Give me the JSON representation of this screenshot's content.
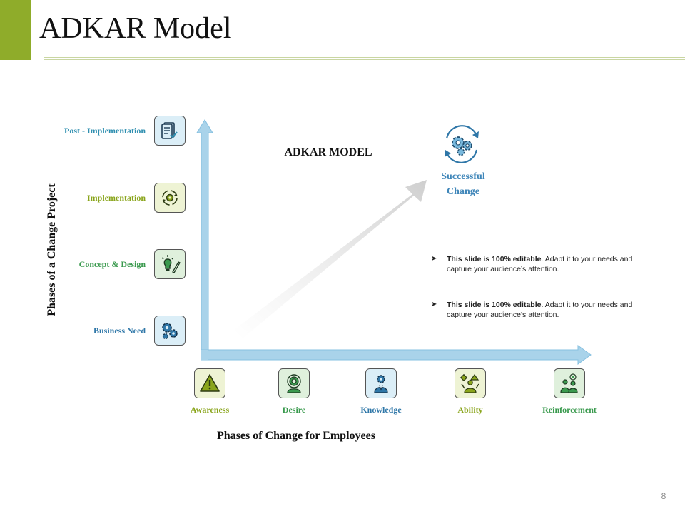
{
  "slide": {
    "title": "ADKAR Model",
    "page_number": "8"
  },
  "diagram": {
    "heading": "ADKAR MODEL",
    "y_axis_title": "Phases of a Change Project",
    "x_axis_title": "Phases of Change for Employees",
    "project_phases": [
      {
        "label": "Post - Implementation",
        "icon": "document-check-icon",
        "color": "#2f8fb0",
        "fill": "#dbeef7"
      },
      {
        "label": "Implementation",
        "icon": "cycle-gear-icon",
        "color": "#8aa51c",
        "fill": "#eef3d4"
      },
      {
        "label": "Concept & Design",
        "icon": "lightbulb-pencil-icon",
        "color": "#3a9a4e",
        "fill": "#dff0dc"
      },
      {
        "label": "Business Need",
        "icon": "gears-icon",
        "color": "#2f77a8",
        "fill": "#dbeef7"
      }
    ],
    "employee_phases": [
      {
        "label": "Awareness",
        "icon": "warning-triangle-icon",
        "color": "#8aa51c",
        "fill": "#eef3d4"
      },
      {
        "label": "Desire",
        "icon": "person-target-icon",
        "color": "#3a9a4e",
        "fill": "#dff0dc"
      },
      {
        "label": "Knowledge",
        "icon": "person-gear-icon",
        "color": "#2f77a8",
        "fill": "#dbeef7"
      },
      {
        "label": "Ability",
        "icon": "person-shapes-icon",
        "color": "#8aa51c",
        "fill": "#eef3d4"
      },
      {
        "label": "Reinforcement",
        "icon": "people-target-icon",
        "color": "#3a9a4e",
        "fill": "#dff0dc"
      }
    ],
    "outcome": {
      "label_line1": "Successful",
      "label_line2": "Change",
      "icon": "gears-cycle-icon",
      "color": "#3f86b9"
    },
    "bullets": [
      {
        "bold": "This slide is 100% editable",
        "rest": ". Adapt it to your needs and capture your audience’s attention."
      },
      {
        "bold": "This slide is 100% editable",
        "rest": ". Adapt it to your needs and capture your audience’s attention."
      }
    ],
    "colors": {
      "accent": "#8fac2a",
      "axis": "#a9d3ea",
      "axis_border": "#7fbadc"
    }
  }
}
